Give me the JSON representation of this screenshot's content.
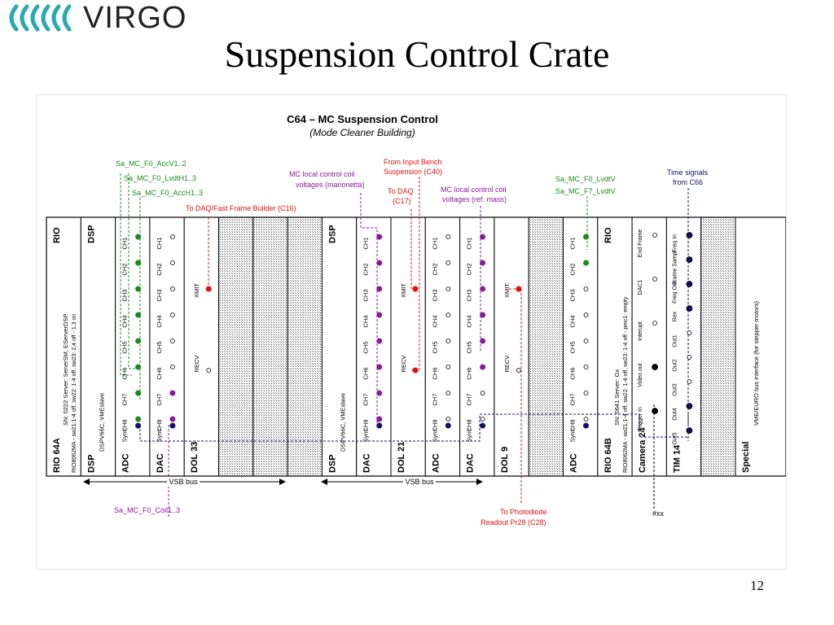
{
  "header": {
    "logo_text": "VIRGO",
    "title": "Suspension Control Crate",
    "page_number": "12"
  },
  "diagram": {
    "title": "C64 – MC Suspension Control",
    "subtitle": "(Mode Cleaner Building)",
    "colors": {
      "green": "#1a8a1a",
      "red": "#e01010",
      "purple": "#8a1a9a",
      "navy": "#10106a"
    },
    "annotations": [
      {
        "id": "acc-v",
        "text": "Sa_MC_F0_AccV1..2",
        "color": "green"
      },
      {
        "id": "lvdt-h",
        "text": "Sa_MC_F0_LvdtH1..3",
        "color": "green"
      },
      {
        "id": "acc-h",
        "text": "Sa_MC_F0_AccH1..3",
        "color": "green"
      },
      {
        "id": "daq-ffb",
        "text": "To DAQ/Fast Frame Builder (C16)",
        "color": "red"
      },
      {
        "id": "mc-coil-1",
        "text": "MC local control coil",
        "color": "purple"
      },
      {
        "id": "mc-coil-2",
        "text": "voltages (marionetta)",
        "color": "purple"
      },
      {
        "id": "bench-1",
        "text": "From Input Bench",
        "color": "red"
      },
      {
        "id": "bench-2",
        "text": "Suspension (C40)",
        "color": "red"
      },
      {
        "id": "daq-c17-1",
        "text": "To DAQ",
        "color": "red"
      },
      {
        "id": "daq-c17-2",
        "text": "(C17)",
        "color": "red"
      },
      {
        "id": "ref-1",
        "text": "MC local control coil",
        "color": "purple"
      },
      {
        "id": "ref-2",
        "text": "voltages (ref. mass)",
        "color": "purple"
      },
      {
        "id": "lvdt-v",
        "text": "Sa_MC_F0_LvdtV",
        "color": "green"
      },
      {
        "id": "lvdt-v7",
        "text": "Sa_MC_F7_LvdtV",
        "color": "green"
      },
      {
        "id": "time-1",
        "text": "Time signals",
        "color": "navy"
      },
      {
        "id": "time-2",
        "text": "from C66",
        "color": "navy"
      },
      {
        "id": "coil",
        "text": "Sa_MC_F0_Coil1..3",
        "color": "purple"
      },
      {
        "id": "photo-1",
        "text": "To Photodiode",
        "color": "red"
      },
      {
        "id": "photo-2",
        "text": "Readout Pr28 (C28)",
        "color": "red"
      },
      {
        "id": "xx",
        "text": "#xx",
        "color": "black"
      }
    ],
    "vsb_label": "VSB bus",
    "modules": [
      {
        "id": "rio64a",
        "top": "RIO",
        "bottom": "RIO 64A",
        "sub1": "SN: 0222  Server: SenerSM, EServerDSP",
        "sub2": "RIO8062MA - sw21:1-4 off, sw22: 1-4 off, sw23: 2,4 off - 1,3 on",
        "slots": 2
      },
      {
        "id": "dsp-a",
        "top": "DSP",
        "bottom": "DSP",
        "sub1": "DSPV66C, VMEslave",
        "slots": 1
      },
      {
        "id": "adc-1",
        "bottom": "ADC",
        "channels": [
          "CH1",
          "CH2",
          "CH3",
          "CH4",
          "CH5",
          "CH6",
          "CH7",
          "CH8"
        ],
        "sync": "Sync",
        "slots": 1
      },
      {
        "id": "dac-1",
        "bottom": "DAC",
        "channels": [
          "CH1",
          "CH2",
          "CH3",
          "CH4",
          "CH5",
          "CH6",
          "CH7",
          "CH8"
        ],
        "sync": "Sync",
        "slots": 1
      },
      {
        "id": "dol33",
        "bottom": "DOL 33",
        "xmit": "XMIT",
        "recv": "RECV",
        "slots": 1
      },
      {
        "id": "dsp-b",
        "top": "DSP",
        "bottom": "DSP",
        "sub1": "DSPV66C, VMEslave",
        "slots": 1
      },
      {
        "id": "dac-2",
        "bottom": "DAC",
        "channels": [
          "CH1",
          "CH2",
          "CH3",
          "CH4",
          "CH5",
          "CH6",
          "CH7",
          "CH8"
        ],
        "sync": "Sync",
        "slots": 1
      },
      {
        "id": "dol21",
        "bottom": "DOL 21",
        "xmit": "XMIT",
        "recv": "RECV",
        "slots": 1
      },
      {
        "id": "adc-2",
        "bottom": "ADC",
        "channels": [
          "CH1",
          "CH2",
          "CH3",
          "CH4",
          "CH5",
          "CH6",
          "CH7",
          "CH8"
        ],
        "sync": "Sync",
        "slots": 1
      },
      {
        "id": "dac-3",
        "bottom": "DAC",
        "channels": [
          "CH1",
          "CH2",
          "CH3",
          "CH4",
          "CH5",
          "CH6",
          "CH7",
          "CH8"
        ],
        "sync": "Sync",
        "slots": 1
      },
      {
        "id": "dol9",
        "bottom": "DOL 9",
        "xmit": "XMIT",
        "recv": "RECV",
        "slots": 1
      },
      {
        "id": "adc-3",
        "bottom": "ADC",
        "channels": [
          "CH1",
          "CH2",
          "CH3",
          "CH4",
          "CH5",
          "CH6",
          "CH7",
          "CH8"
        ],
        "sync": "Sync",
        "slots": 1
      },
      {
        "id": "rio64b",
        "top": "RIO",
        "bottom": "RIO 64B",
        "sub1": "SN: 0641  Server: Gx",
        "sub2": "RIO8062MA - sw21:1-4 off, sw22: 1-4 off, sw23: 1-4 off - pmc1: empty",
        "slots": 1
      },
      {
        "id": "camera24",
        "bottom": "Camera 24",
        "labels": [
          "End Frame",
          "DAC1",
          "Interupt",
          "Video out",
          "Trigger In"
        ],
        "slots": 1
      },
      {
        "id": "tim14",
        "bottom": "TIM 14",
        "labels": [
          "Freq In",
          "Frame Sampl",
          "Freq Out",
          "Rex",
          "Out1",
          "Out2",
          "Out3",
          "Out4",
          "Out5"
        ],
        "slots": 1
      },
      {
        "id": "special",
        "bottom": "Special",
        "sub1": "VME/EURO bus interface (for stepper motors)",
        "slots": 1
      }
    ]
  }
}
